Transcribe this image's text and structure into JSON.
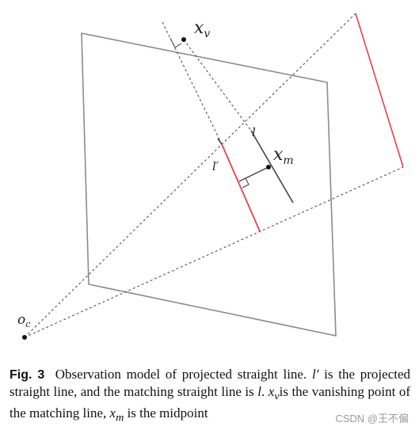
{
  "diagram": {
    "labels": {
      "vanishing_point": "x",
      "vanishing_point_sub": "v",
      "midpoint": "x",
      "midpoint_sub": "m",
      "matching_line": "l",
      "projected_line": "l′",
      "camera_center": "o",
      "camera_center_sub": "c"
    },
    "colors": {
      "frame": "#8c8c8c",
      "projected_line": "#e8414a",
      "matching_line": "#444444",
      "dashed": "#555555"
    }
  },
  "caption": {
    "label": "Fig. 3",
    "text_1": "Observation model of projected straight line. ",
    "l_prime": "l′",
    "text_2": " is the projected straight line, and the matching straight line is ",
    "l": "l",
    "text_3": ". ",
    "xv": "x",
    "xv_sub": "v",
    "text_4": "is the vanishing point of the matching line, ",
    "xm": "x",
    "xm_sub": "m",
    "text_5": " is the midpoint"
  },
  "watermark": "CSDN @王不偏"
}
